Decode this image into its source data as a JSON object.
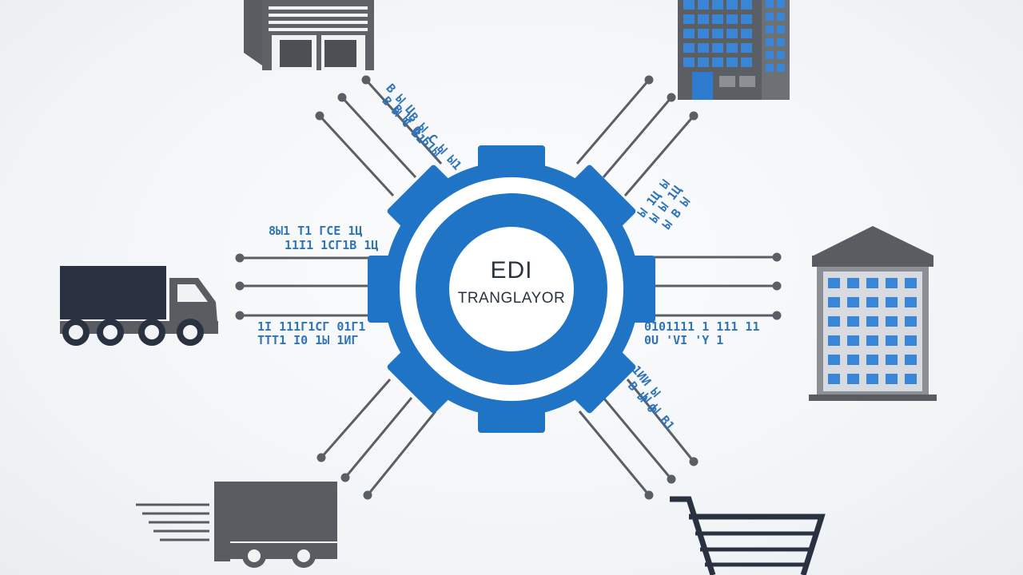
{
  "center": {
    "title": "EDI",
    "subtitle": "TRANGLAYOR"
  },
  "code_texts": {
    "left_top_1": "8Ы1 Т1 ГСЕ 1Ц",
    "left_top_2": "11І1 1СГ1В 1Ц",
    "left_bottom_1": "1І 111Г1СГ 01Г1",
    "left_bottom_2": "ТТТ1 І0 1Ы 1ИГ",
    "right_1": "0101111 1 111 11",
    "right_2": "0U 'VI 'Y 1",
    "diag_ul_1": "В Ы Ц",
    "diag_ul_2": "В Ы С В1",
    "diag_ul_3": "В Ы 0 Б1Ы",
    "diag_ul_4": "В Ы С Ы Ы1",
    "diag_ur_1": "Ы 1Ц Ы",
    "diag_ur_2": "Ы Ы 1Ц",
    "diag_ur_3": "Ы В Ы",
    "diag_lr_1": "1ИИ Ы",
    "diag_lr_2": "В Ы 0",
    "diag_lr_3": "Ы Ы В1"
  },
  "nodes": [
    {
      "id": "warehouse",
      "icon": "warehouse-icon"
    },
    {
      "id": "office-tower",
      "icon": "office-tower-icon"
    },
    {
      "id": "truck",
      "icon": "truck-icon"
    },
    {
      "id": "office-building",
      "icon": "office-building-icon"
    },
    {
      "id": "delivery-van",
      "icon": "delivery-van-icon"
    },
    {
      "id": "shopping-cart",
      "icon": "shopping-cart-icon"
    }
  ],
  "colors": {
    "gear_blue": "#1f74c6",
    "line_gray": "#5a5f66",
    "icon_dark": "#2a3141",
    "icon_gray": "#595c61",
    "window_blue": "#3a86d6",
    "code_blue": "#2f73b8"
  }
}
